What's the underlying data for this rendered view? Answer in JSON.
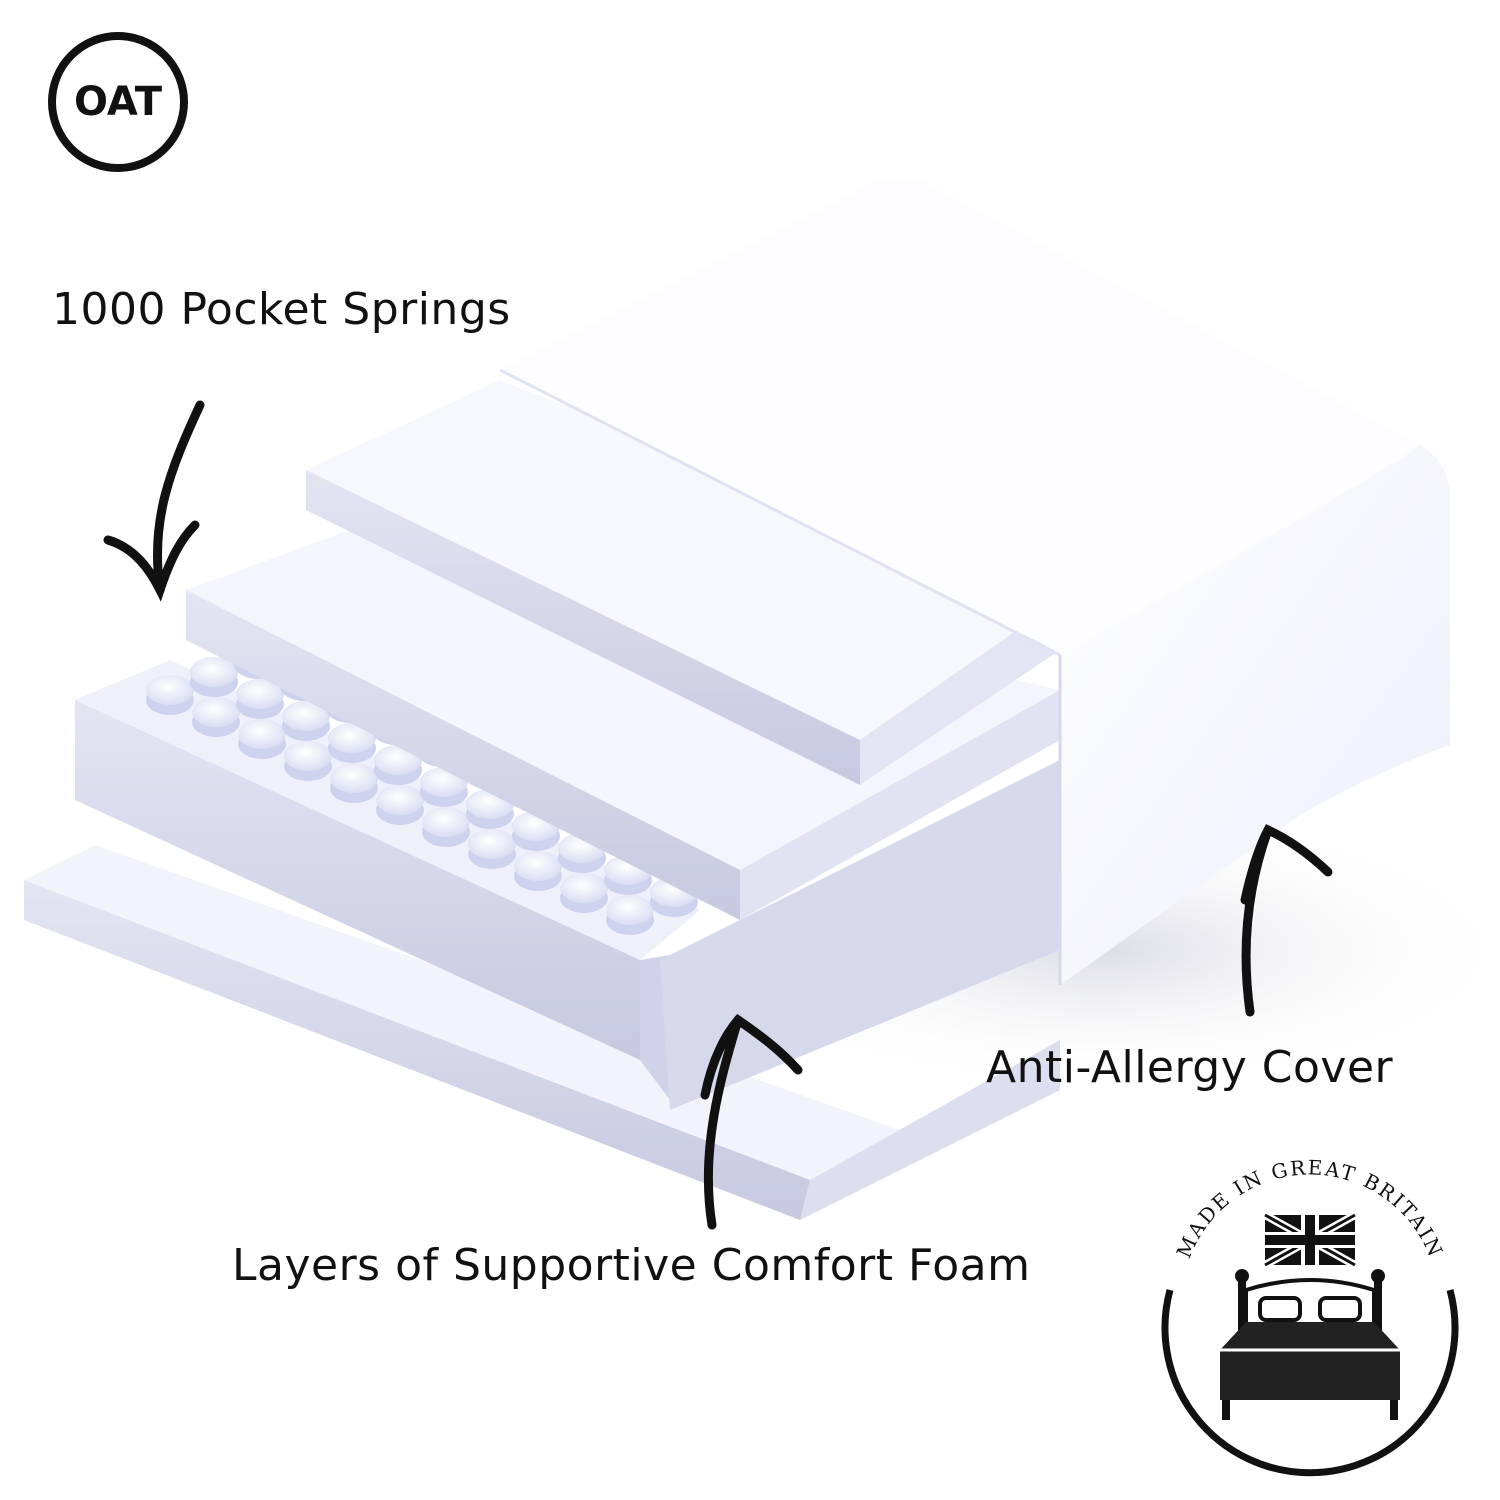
{
  "brand": {
    "logo_text": "OAT"
  },
  "callouts": {
    "springs": "1000 Pocket Springs",
    "cover": "Anti-Allergy Cover",
    "foam": "Layers of Supportive Comfort Foam"
  },
  "badge": {
    "text": "MADE IN GREAT BRITAIN"
  },
  "colors": {
    "layer_face": "#f4f5fc",
    "layer_side": "#cdd0e6",
    "cover": "#fbfbff",
    "ink": "#111111"
  }
}
